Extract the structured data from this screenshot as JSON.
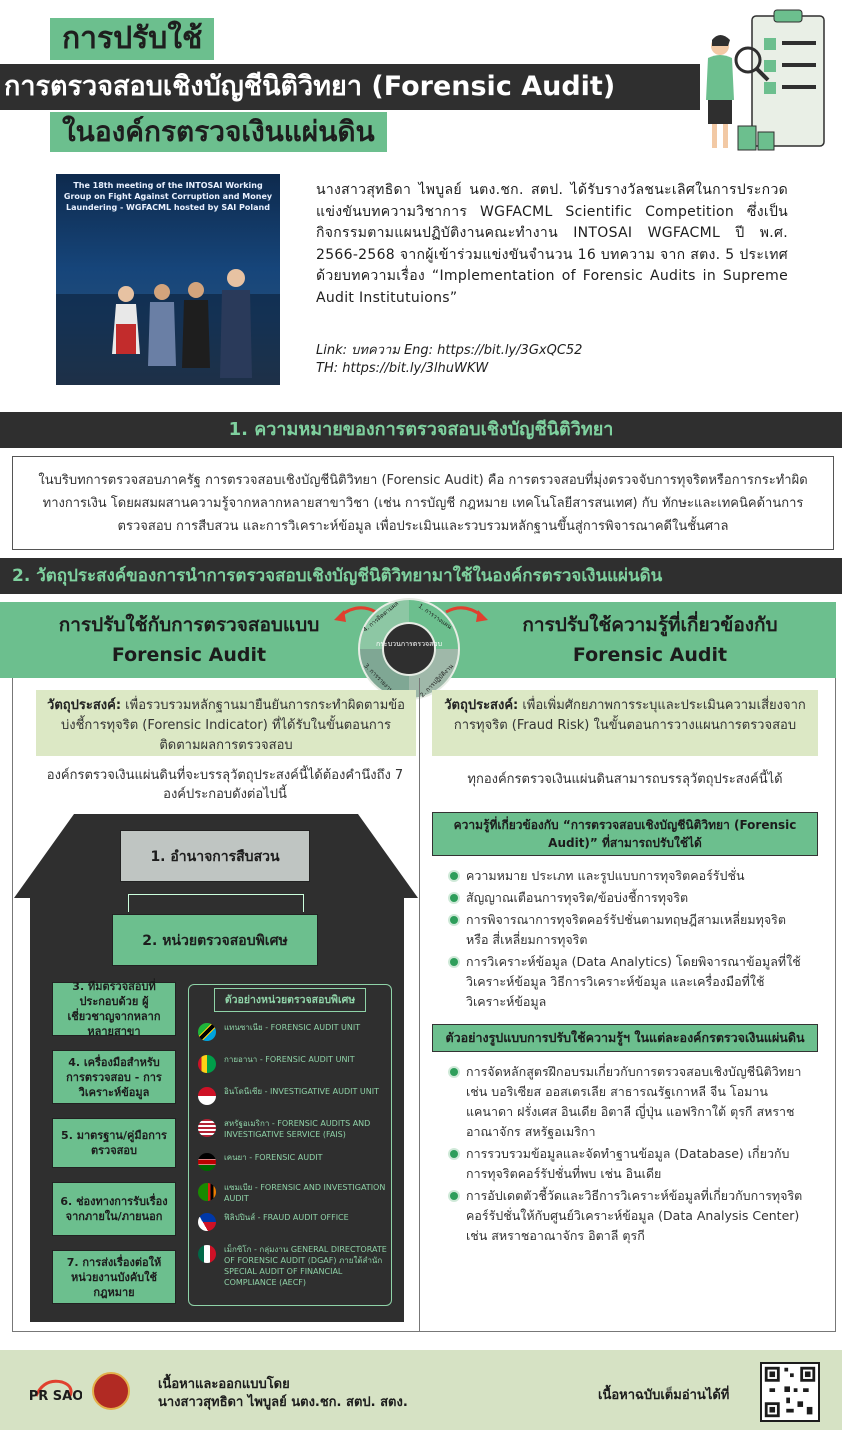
{
  "header": {
    "title_line1": "การปรับใช้",
    "title_line2": "การตรวจสอบเชิงบัญชีนิติวิทยา (Forensic Audit)",
    "title_line3": "ในองค์กรตรวจเงินแผ่นดิน"
  },
  "photo": {
    "caption": "The 18th meeting of the INTOSAI Working Group on Fight Against Corruption and Money Laundering - WGFACML hosted by SAI Poland"
  },
  "intro": {
    "text": "นางสาวสุทธิดา ไพบูลย์ นตง.ชก. สตป. ได้รับรางวัลชนะเลิศในการประกวดแข่งขันบทความวิชาการ WGFACML Scientific Competition ซึ่งเป็นกิจกรรมตามแผนปฏิบัติงานคณะทำงาน INTOSAI WGFACML ปี พ.ศ. 2566-2568 จากผู้เข้าร่วมแข่งขันจำนวน 16 บทความ จาก สตง. 5 ประเทศ ด้วยบทความเรื่อง “Implementation of Forensic Audits in Supreme Audit Institutuions”",
    "link_en": "Link: บทความ Eng: https://bit.ly/3GxQC52",
    "link_th": "TH: https://bit.ly/3lhuWKW"
  },
  "section1": {
    "heading": "1. ความหมายของการตรวจสอบเชิงบัญชีนิติวิทยา",
    "body": "ในบริบทการตรวจสอบภาครัฐ การตรวจสอบเชิงบัญชีนิติวิทยา (Forensic Audit) คือ การตรวจสอบที่มุ่งตรวจจับการทุจริตหรือการกระทำผิดทางการเงิน โดยผสมผสานความรู้จากหลากหลายสาขาวิชา (เช่น การบัญชี กฎหมาย เทคโนโลยีสารสนเทศ) กับ ทักษะและเทคนิคด้านการตรวจสอบ การสืบสวน และการวิเคราะห์ข้อมูล เพื่อประเมินและรวบรวมหลักฐานขึ้นสู่การพิจารณาคดีในชั้นศาล"
  },
  "section2": {
    "heading": "2. วัตถุประสงค์ของการนำการตรวจสอบเชิงบัญชีนิติวิทยามาใช้ในองค์กรตรวจเงินแผ่นดิน",
    "cycle": {
      "center": "กระบวนการตรวจสอบ",
      "steps": [
        "1. การวางแผน",
        "2. การปฏิบัติงาน",
        "3. การรายงานผล",
        "4. การติดตามผล"
      ]
    },
    "left": {
      "panel_line1": "การปรับใช้กับการตรวจสอบแบบ",
      "panel_line2": "Forensic Audit",
      "objective_label": "วัตถุประสงค์:",
      "objective_text": " เพื่อรวบรวมหลักฐานมายืนยันการกระทำผิดตามข้อบ่งชี้การทุจริต (Forensic Indicator) ที่ได้รับในขั้นตอนการติดตามผลการตรวจสอบ",
      "note": "องค์กรตรวจเงินแผ่นดินที่จะบรรลุวัตถุประสงค์นี้ได้ต้องคำนึงถึง 7 องค์ประกอบดังต่อไปนี้",
      "elements": [
        "1. อำนาจการสืบสวน",
        "2. หน่วยตรวจสอบพิเศษ",
        "3. ทีมตรวจสอบที่ประกอบด้วย ผู้เชี่ยวชาญจากหลากหลายสาขา",
        "4. เครื่องมือสำหรับการตรวจสอบ - การวิเคราะห์ข้อมูล",
        "5. มาตรฐาน/คู่มือการตรวจสอบ",
        "6. ช่องทางการรับเรื่องจากภายใน/ภายนอก",
        "7. การส่งเรื่องต่อให้หน่วยงานบังคับใช้กฎหมาย"
      ],
      "examples_title": "ตัวอย่างหน่วยตรวจสอบพิเศษ",
      "examples": [
        "แทนซาเนีย - FORENSIC AUDIT UNIT",
        "กายอานา - FORENSIC AUDIT UNIT",
        "อินโดนีเซีย - INVESTIGATIVE AUDIT UNIT",
        "สหรัฐอเมริกา - FORENSIC AUDITS AND INVESTIGATIVE SERVICE (FAIS)",
        "เคนยา - FORENSIC AUDIT",
        "แซมเบีย - FORENSIC AND INVESTIGATION AUDIT",
        "ฟิลิปปินส์ - FRAUD AUDIT OFFICE",
        "เม็กซิโก - กลุ่มงาน GENERAL DIRECTORATE OF FORENSIC AUDIT (DGAF) ภายใต้สำนัก SPECIAL AUDIT OF FINANCIAL COMPLIANCE (AECF)"
      ]
    },
    "right": {
      "panel_line1": "การปรับใช้ความรู้ที่เกี่ยวข้องกับ",
      "panel_line2": "Forensic Audit",
      "objective_label": "วัตถุประสงค์:",
      "objective_text": " เพื่อเพิ่มศักยภาพการระบุและประเมินความเสี่ยงจากการทุจริต (Fraud Risk) ในขั้นตอนการวางแผนการตรวจสอบ",
      "note": "ทุกองค์กรตรวจเงินแผ่นดินสามารถบรรลุวัตถุประสงค์นี้ได้",
      "knowledge_title": "ความรู้ที่เกี่ยวข้องกับ “การตรวจสอบเชิงบัญชีนิติวิทยา (Forensic Audit)” ที่สามารถปรับใช้ได้",
      "knowledge": [
        "ความหมาย ประเภท และรูปแบบการทุจริตคอร์รัปชั่น",
        "สัญญาณเตือนการทุจริต/ข้อบ่งชี้การทุจริต",
        "การพิจารณาการทุจริตคอร์รัปชั่นตามทฤษฎีสามเหลี่ยมทุจริต หรือ สี่เหลี่ยมการทุจริต",
        "การวิเคราะห์ข้อมูล (Data Analytics) โดยพิจารณาข้อมูลที่ใช้วิเคราะห์ข้อมูล วิธีการวิเคราะห์ข้อมูล และเครื่องมือที่ใช้วิเคราะห์ข้อมูล"
      ],
      "examples_title": "ตัวอย่างรูปแบบการปรับใช้ความรู้ฯ ในแต่ละองค์กรตรวจเงินแผ่นดิน",
      "examples": [
        "การจัดหลักสูตรฝึกอบรมเกี่ยวกับการตรวจสอบเชิงบัญชีนิติวิทยา เช่น บอริเซียส ออสเตรเลีย สาธารณรัฐเกาหลี จีน โอมาน แคนาดา ฝรั่งเศส อินเดีย อิตาลี ญี่ปุ่น แอฟริกาใต้ ตุรกี สหราชอาณาจักร สหรัฐอเมริกา",
        "การรวบรวมข้อมูลและจัดทำฐานข้อมูล (Database) เกี่ยวกับการทุจริตคอร์รัปชั่นที่พบ เช่น อินเดีย",
        "การอัปเดตตัวชี้วัดและวิธีการวิเคราะห์ข้อมูลที่เกี่ยวกับการทุจริตคอร์รัปชั่นให้กับศูนย์วิเคราะห์ข้อมูล (Data Analysis Center) เช่น สหราชอาณาจักร อิตาลี ตุรกี"
      ]
    }
  },
  "footer": {
    "logo_text": "PR SAO",
    "credit_line1": "เนื้อหาและออกแบบโดย",
    "credit_line2": "นางสาวสุทธิดา ไพบูลย์ นตง.ชก. สตป. สตง.",
    "more": "เนื้อหาฉบับเต็มอ่านได้ที่"
  },
  "colors": {
    "accent_green": "#6cbf8e",
    "dark": "#2f2f2f",
    "light_green": "#dce8c5",
    "footer_bg": "#d6e2c4"
  }
}
